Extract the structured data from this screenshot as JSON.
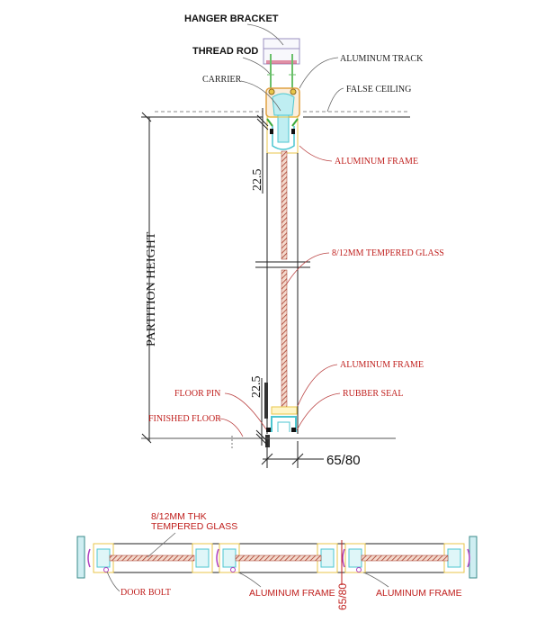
{
  "elevation": {
    "labels": {
      "hanger_bracket": "HANGER BRACKET",
      "thread_rod": "THREAD ROD",
      "aluminum_track": "ALUMINUM TRACK",
      "carrier": "CARRIER",
      "false_ceiling": "FALSE CEILING",
      "aluminum_frame_top": "ALUMINUM FRAME",
      "tempered_glass": "8/12MM TEMPERED GLASS",
      "aluminum_frame_bottom": "ALUMINUM FRAME",
      "rubber_seal": "RUBBER SEAL",
      "floor_pin": "FLOOR PIN",
      "finished_floor": "FINISHED FLOOR",
      "partition_height": "PARTITION HEIGHT"
    },
    "dimensions": {
      "top_offset": "22.5",
      "bottom_offset": "22.5",
      "frame_width": "65/80"
    }
  },
  "plan": {
    "labels": {
      "glass_line1": "8/12MM THK",
      "glass_line2": "TEMPERED GLASS",
      "door_bolt": "DOOR BOLT",
      "aluminum_frame_left": "ALUMINUM FRAME",
      "aluminum_frame_right": "ALUMINUM FRAME"
    },
    "dimensions": {
      "frame_width": "65/80"
    }
  },
  "colors": {
    "label_red": "#c0201e",
    "frame_yellow": "#e8c64a",
    "carrier_cyan": "#4cc6d0",
    "seal_green": "#3aa83a",
    "glass_brown": "#b5563a"
  }
}
